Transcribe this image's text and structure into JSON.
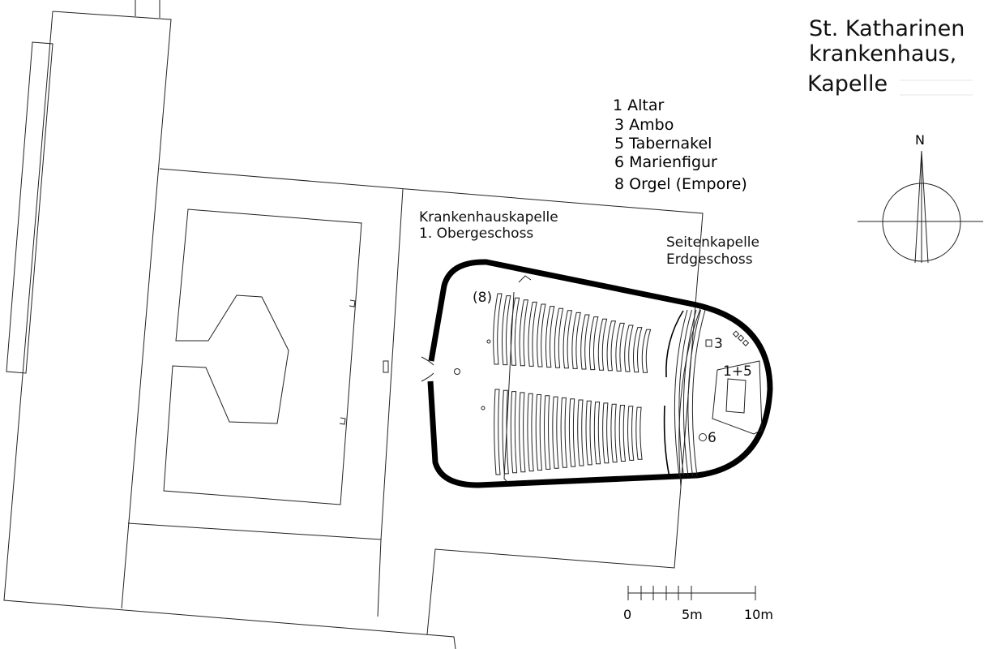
{
  "title": {
    "line1": "St. Katharinen",
    "line2": "krankenhaus,",
    "line3": "Kapelle"
  },
  "legend": [
    {
      "text": "1 Altar"
    },
    {
      "text": "3 Ambo"
    },
    {
      "text": "5 Tabernakel"
    },
    {
      "text": "6 Marienfigur"
    },
    {
      "text": "8 Orgel (Empore)"
    }
  ],
  "labels": {
    "chapel_main_1": "Krankenhauskapelle",
    "chapel_main_2": "1. Obergeschoss",
    "side_chapel_1": "Seitenkapelle",
    "side_chapel_2": "Erdgeschoss",
    "organ": "(8)",
    "ambo": "3",
    "altar_tabernacle": "1+5",
    "mary": "6"
  },
  "north": "N",
  "scale": {
    "ticks": [
      "0",
      "5m",
      "10m"
    ]
  },
  "colors": {
    "line": "#222222",
    "wall": "#000000"
  }
}
